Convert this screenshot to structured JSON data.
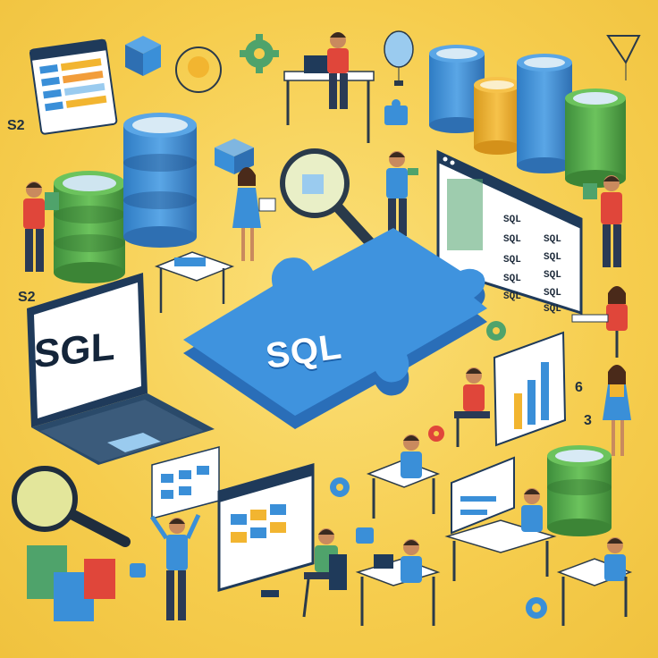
{
  "scene": {
    "background_color": "#F7D154",
    "accent_blue": "#3A8FD8",
    "accent_green": "#5BAE4A",
    "accent_yellow": "#F2B530"
  },
  "puzzle_piece": {
    "label": "SQL"
  },
  "laptop": {
    "screen_text": "SGL"
  },
  "side_numbers": {
    "left_top": "S2",
    "left_mid": "S2",
    "right_mid": "6",
    "right_low": "3"
  },
  "right_monitor": {
    "cells": [
      "SQL",
      "SQL",
      "SQL",
      "SQL",
      "SQL",
      "SQL",
      "SQL",
      "SQL",
      "SQL",
      "SQL"
    ]
  },
  "icons": {
    "magnifier_center": "magnifier-icon",
    "magnifier_left": "magnifier-icon",
    "gear": "gear-icon",
    "database": "database-icon"
  }
}
